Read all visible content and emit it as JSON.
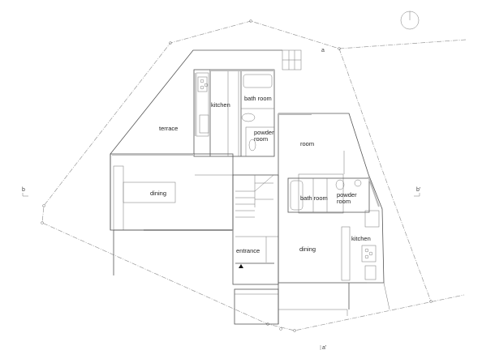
{
  "plan": {
    "rooms_upper_left": {
      "terrace": "terrace",
      "kitchen": "kitchen",
      "bath_room": "bath room",
      "powder_room_1": "powder",
      "powder_room_2": "room",
      "dining": "dining"
    },
    "rooms_right": {
      "room": "room",
      "bath_room": "bath room",
      "powder_room_1": "powder",
      "powder_room_2": "room",
      "kitchen": "kitchen",
      "dining": "dining"
    },
    "entrance": "entrance",
    "section_markers": {
      "b": "b",
      "b_prime": "b'",
      "a": "a",
      "a_prime": "a'"
    }
  }
}
